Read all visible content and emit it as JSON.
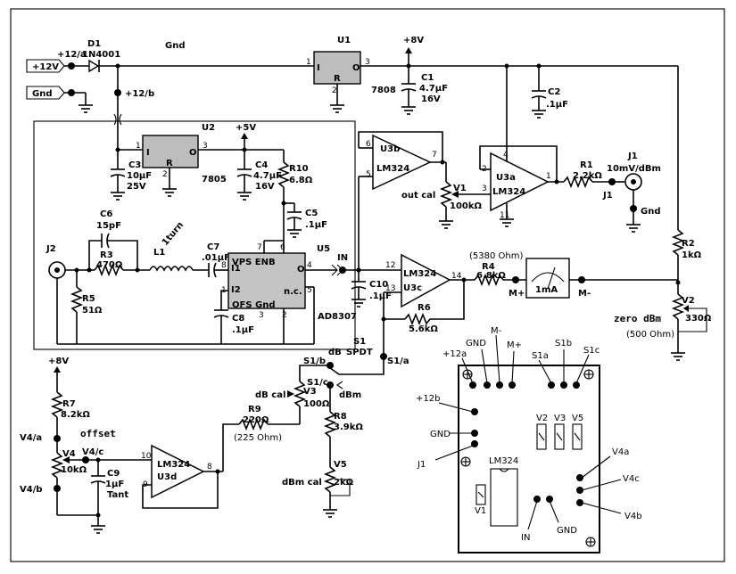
{
  "labels": {
    "gnd_top": "Gnd",
    "plus12v_box": "+12V",
    "gnd_box": "Gnd",
    "n12a": "+12/a",
    "n12b": "+12/b",
    "d1": "D1",
    "d1_part": "1N4001",
    "u1": "U1",
    "u1_part": "7808",
    "u1_in": "I",
    "u1_out": "O",
    "u1_gnd": "R",
    "u1_pin1": "1",
    "u1_pin2": "2",
    "u1_pin3": "3",
    "plus8v": "+8V",
    "c1": "C1",
    "c1_val": "4.7µF",
    "c1_v": "16V",
    "c2": "C2",
    "c2_val": ".1µF",
    "u2": "U2",
    "u2_part": "7805",
    "u2_in": "I",
    "u2_out": "O",
    "u2_gnd": "R",
    "u2_pin1": "1",
    "u2_pin2": "2",
    "u2_pin3": "3",
    "plus5v": "+5V",
    "c3": "C3",
    "c3_val": "10µF",
    "c3_v": "25V",
    "c4": "C4",
    "c4_val": "4.7µF",
    "c4_v": "16V",
    "r10": "R10",
    "r10_val": "6.8Ω",
    "c5": "C5",
    "c5_val": ".1µF",
    "c6": "C6",
    "c6_val": "15pF",
    "r3": "R3",
    "r3_val": "470Ω",
    "l1": "L1",
    "l1_val": "1turn",
    "c7": "C7",
    "c7_val": ".01µF",
    "j2": "J2",
    "r5": "R5",
    "r5_val": "51Ω",
    "u5": "U5",
    "u5_part": "AD8307",
    "u5_vps": "VPS ENB",
    "u5_ofs": "OFS Gnd",
    "u5_i1": "I1",
    "u5_i2": "I2",
    "u5_o": "O",
    "u5_nc": "n.c.",
    "u5_p1": "1",
    "u5_p2": "2",
    "u5_p3": "3",
    "u5_p4": "4",
    "u5_p5": "5",
    "u5_p6": "6",
    "u5_p7": "7",
    "u5_p8": "8",
    "c8": "C8",
    "c8_val": ".1µF",
    "in_label": "IN",
    "c10": "C10",
    "c10_val": ".1µF",
    "u3b": "U3b",
    "u3b_part": "LM324",
    "u3b_p5": "5",
    "u3b_p6": "6",
    "u3b_p7": "7",
    "out_cal": "out cal",
    "v1": "V1",
    "v1_val": "100kΩ",
    "u3a": "U3a",
    "u3a_part": "LM324",
    "u3a_p1": "1",
    "u3a_p2": "2",
    "u3a_p3": "3",
    "u3a_p4": "4",
    "u3a_p11": "11",
    "r1": "R1",
    "r1_val": "2.2kΩ",
    "j1": "J1",
    "j1_spec": "10mV/dBm",
    "j1_node": "J1",
    "j1_gnd": "Gnd",
    "r2": "R2",
    "r2_val": "1kΩ",
    "v2": "V2",
    "v2_val": "330Ω",
    "zero_dbm": "zero dBm",
    "ohm500": "(500 Ohm)",
    "u3c": "U3c",
    "u3c_part": "LM324",
    "u3c_p12": "12",
    "u3c_p13": "13",
    "u3c_p14": "14",
    "r4": "R4",
    "r4_val": "6.8kΩ",
    "ohm5380": "(5380 Ohm)",
    "mplus": "M+",
    "mminus": "M-",
    "meter": "1mA",
    "r6": "R6",
    "r6_val": "5.6kΩ",
    "s1": "S1",
    "s1_type": "SPDT",
    "s1a": "S1/a",
    "s1b": "S1/b",
    "s1c": "S1/c",
    "db": "dB",
    "dbm": "dBm",
    "db_cal": "dB cal",
    "v3": "V3",
    "v3_val": "100Ω",
    "r9": "R9",
    "r9_val": "220Ω",
    "ohm225": "(225 Ohm)",
    "r8": "R8",
    "r8_val": "3.9kΩ",
    "dbm_cal": "dBm cal",
    "v5": "V5",
    "v5_val": "2kΩ",
    "plus8v_b": "+8V",
    "r7": "R7",
    "r7_val": "8.2kΩ",
    "v4a": "V4/a",
    "v4": "V4",
    "v4_val": "10kΩ",
    "v4c": "V4/c",
    "v4b": "V4/b",
    "offset": "offset",
    "c9": "C9",
    "c9_val": "1µF",
    "c9_type": "Tant",
    "u3d": "U3d",
    "u3d_part": "LM324",
    "u3d_p8": "8",
    "u3d_p9": "9",
    "u3d_p10": "10"
  },
  "board": {
    "plus12a": "+12a",
    "gnd": "GND",
    "mminus": "M-",
    "mplus": "M+",
    "s1a": "S1a",
    "s1b": "S1b",
    "s1c": "S1c",
    "plus12b": "+12b",
    "gnd2": "GND",
    "j1": "J1",
    "v2": "V2",
    "v3": "V3",
    "v5": "V5",
    "lm324": "LM324",
    "v1": "V1",
    "in": "IN",
    "gnd3": "GND",
    "v4a": "V4a",
    "v4c": "V4c",
    "v4b": "V4b"
  }
}
